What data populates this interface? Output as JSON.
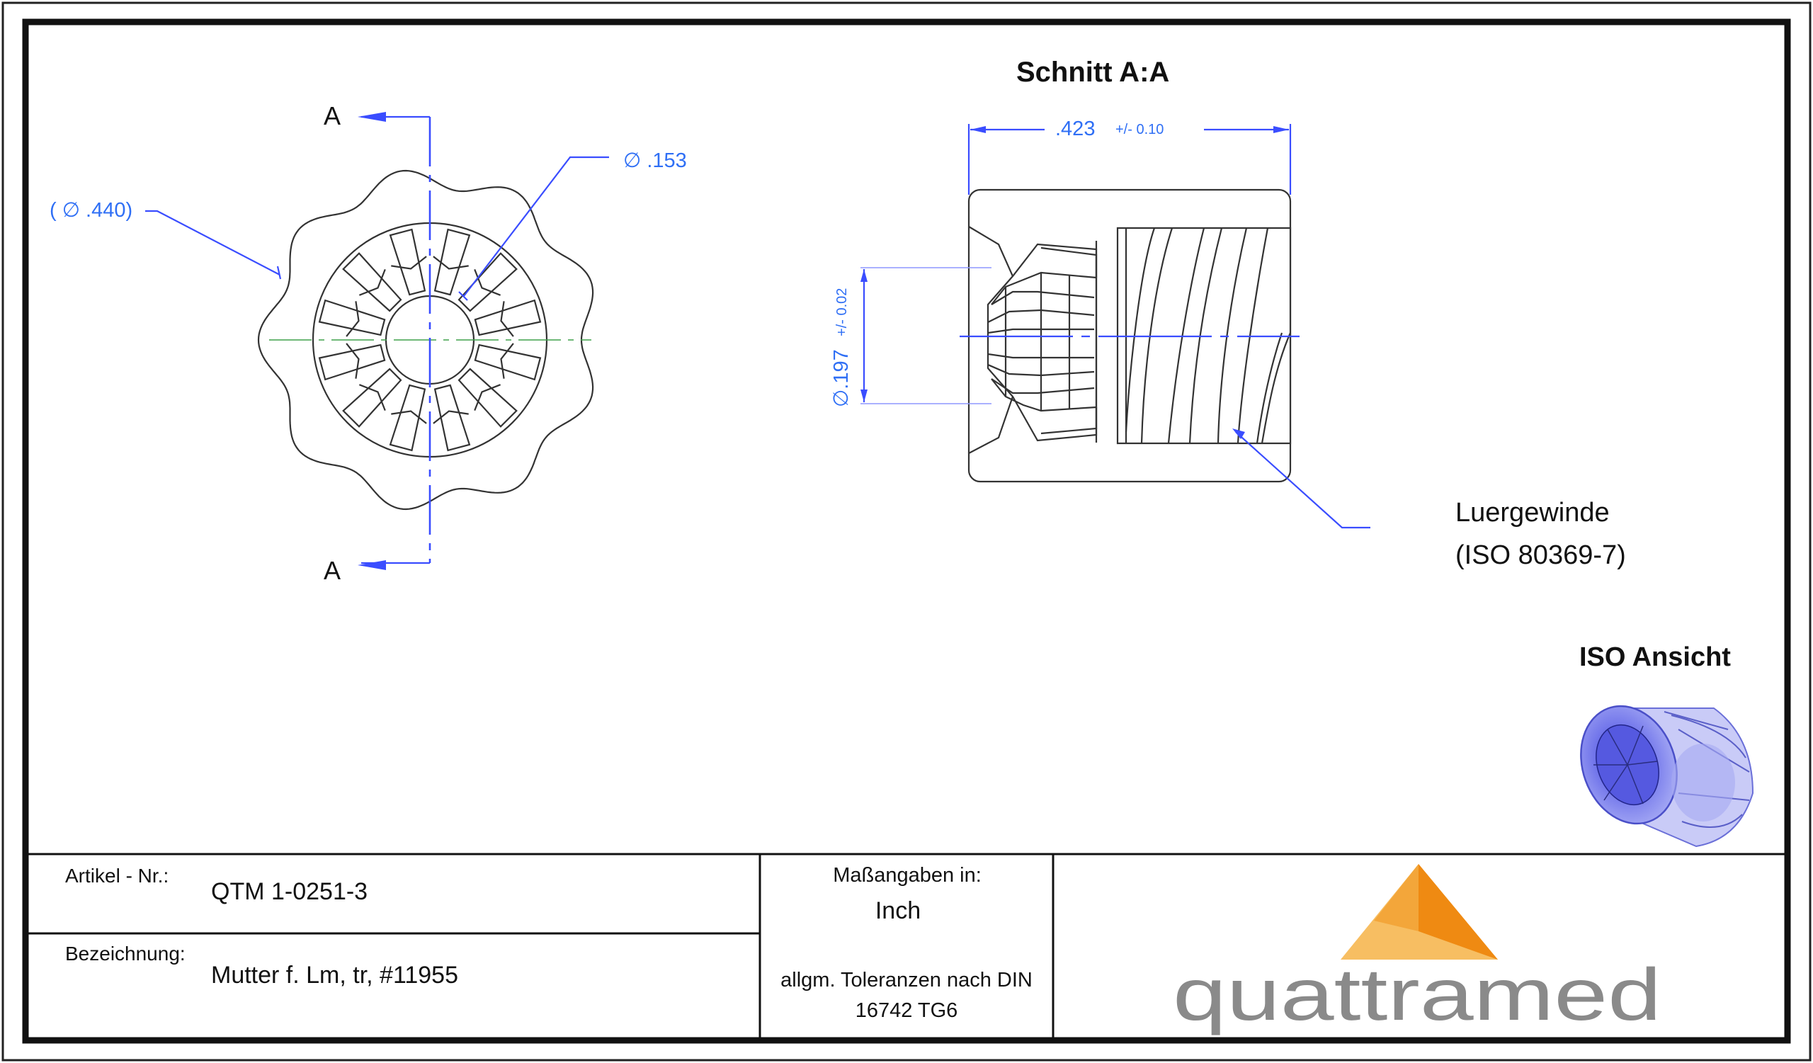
{
  "labels": {
    "section_mark_top": "A",
    "section_mark_bottom": "A",
    "section_title": "Schnitt A:A",
    "iso_title": "ISO Ansicht",
    "thread_label_1": "Luergewinde",
    "thread_label_2": "(ISO 80369-7)"
  },
  "dimensions": {
    "outer_diameter": "( ∅ .440)",
    "inner_diameter": "∅ .153",
    "length_value": ".423",
    "length_tol": "+/-  0.10",
    "bore_value": "∅.197",
    "bore_tol": "+/-  0.02"
  },
  "title_block": {
    "article_label": "Artikel - Nr.:",
    "article_value": "QTM 1-0251-3",
    "designation_label": "Bezeichnung:",
    "designation_value": "Mutter f. Lm, tr, #11955",
    "units_label": "Maßangaben in:",
    "units_value": "Inch",
    "tolerance_line1": "allgm. Toleranzen nach DIN",
    "tolerance_line2": "16742 TG6",
    "logo_text": "quattramed"
  },
  "colors": {
    "dimension_blue": "#3a4dff",
    "logo_orange_light": "#f7be62",
    "logo_orange_dark": "#ef8a12",
    "logo_gray": "#8a8a8a",
    "iso_tint": "#8a90f0"
  },
  "icons": [
    "quattramed-logo-icon"
  ]
}
